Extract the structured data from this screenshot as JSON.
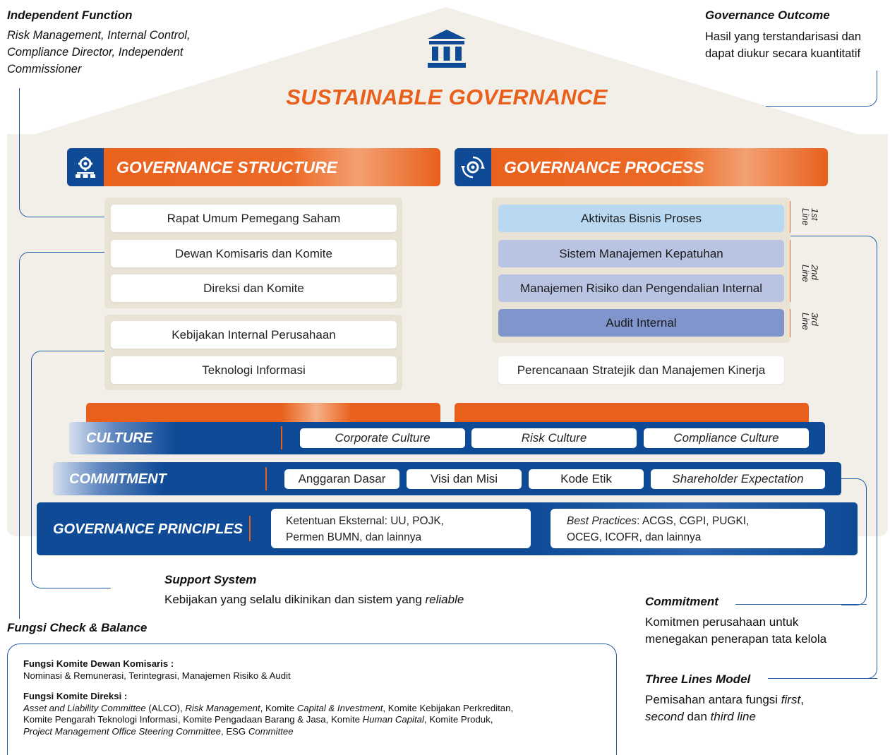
{
  "top_left": {
    "title": "Independent Function",
    "text": "Risk Management, Internal Control, Compliance Director, Independent Commissioner"
  },
  "top_right": {
    "title": "Governance Outcome",
    "text": "Hasil yang terstandarisasi dan dapat diukur secara kuantitatif"
  },
  "roof": {
    "title": "SUSTAINABLE GOVERNANCE",
    "icon": "bank-building-icon"
  },
  "structure": {
    "header": "GOVERNANCE STRUCTURE",
    "icon": "network-gear-icon",
    "group1": [
      "Rapat Umum Pemegang Saham",
      "Dewan Komisaris dan Komite",
      "Direksi dan Komite"
    ],
    "group2": [
      "Kebijakan Internal Perusahaan",
      "Teknologi Informasi"
    ]
  },
  "process": {
    "header": "GOVERNANCE PROCESS",
    "icon": "cycle-gear-icon",
    "lines": [
      {
        "label": "Aktivitas Bisnis Proses",
        "color": "#b9d9f2"
      },
      {
        "label": "Sistem Manajemen Kepatuhan",
        "color": "#b9c4e3"
      },
      {
        "label": "Manajemen Risiko dan Pengendalian Internal",
        "color": "#b9c4e3"
      },
      {
        "label": "Audit Internal",
        "color": "#7f95cc"
      }
    ],
    "line_labels": [
      "1st Line",
      "2nd Line",
      "3rd Line"
    ],
    "extra": "Perencanaan Stratejik dan Manajemen Kinerja"
  },
  "culture": {
    "title": "CULTURE",
    "items": [
      "Corporate Culture",
      "Risk Culture",
      "Compliance Culture"
    ]
  },
  "commitment": {
    "title": "COMMITMENT",
    "items": [
      "Anggaran Dasar",
      "Visi dan Misi",
      "Kode Etik",
      "Shareholder Expectation"
    ]
  },
  "principles": {
    "title": "GOVERNANCE PRINCIPLES",
    "box1_line1": "Ketentuan Eksternal: UU, POJK,",
    "box1_line2": "Permen BUMN, dan lainnya",
    "box2_line1_em": "Best Practices",
    "box2_line1_rest": ": ACGS, CGPI, PUGKI,",
    "box2_line2": "OCEG, ICOFR, dan lainnya"
  },
  "support": {
    "title": "Support System",
    "text": "Kebijakan yang selalu dikinikan dan sistem yang ",
    "text_em": "reliable"
  },
  "commitment_note": {
    "title": "Commitment",
    "text": "Komitmen perusahaan untuk menegakan penerapan tata kelola"
  },
  "three_lines": {
    "title": "Three Lines Model",
    "t1": "Pemisahan antara fungsi ",
    "t1_em": "first",
    "t1_end": ",",
    "t2_em": "second",
    "t2": " dan ",
    "t3_em": "third line"
  },
  "check_balance": {
    "title": "Fungsi Check & Balance",
    "komisaris_title": "Fungsi Komite Dewan Komisaris :",
    "komisaris_text": "Nominasi & Remunerasi, Terintegrasi, Manajemen Risiko & Audit",
    "direksi_title": "Fungsi Komite Direksi :"
  },
  "colors": {
    "orange": "#e8601c",
    "navy": "#0e4a96",
    "line_blue": "#1d5aa6"
  }
}
